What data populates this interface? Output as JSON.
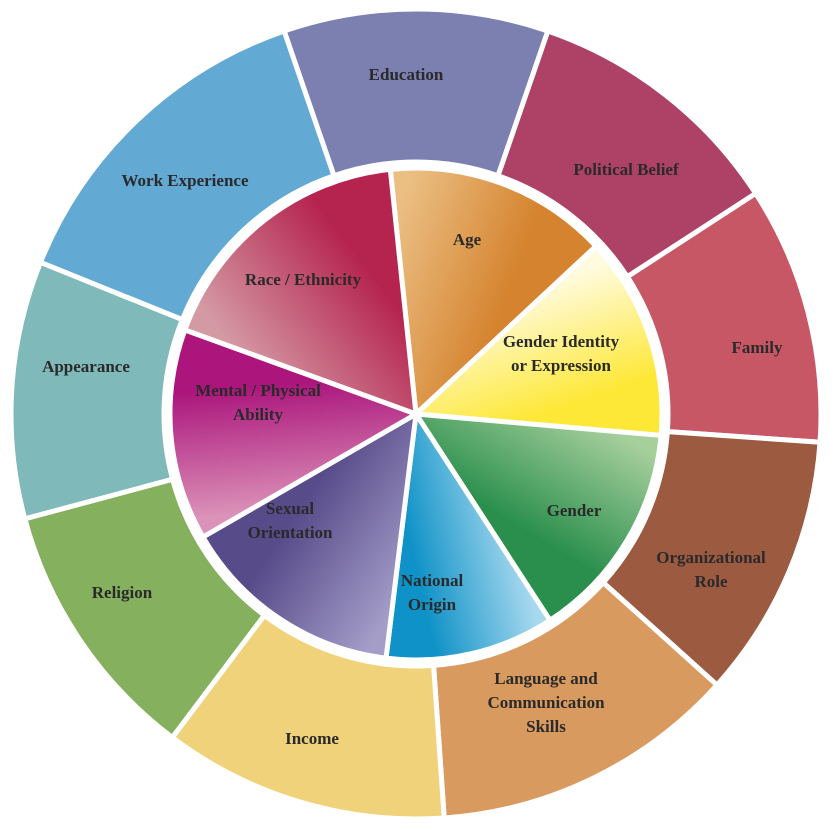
{
  "outer_ring": [
    {
      "label": "Education",
      "color": "#7b80b1"
    },
    {
      "label": "Political Belief",
      "color": "#ad4266"
    },
    {
      "label": "Family",
      "color": "#c85766"
    },
    {
      "label": "Organizational Role",
      "color": "#9c5a40"
    },
    {
      "label": "Language and Communication Skills",
      "color": "#d99a5f"
    },
    {
      "label": "Income",
      "color": "#f0d27a"
    },
    {
      "label": "Religion",
      "color": "#85b05e"
    },
    {
      "label": "Appearance",
      "color": "#7fb9ba"
    },
    {
      "label": "Work Experience",
      "color": "#62a9d3"
    }
  ],
  "inner_ring": [
    {
      "label": "Age",
      "color_start": "#ebbf84",
      "color_end": "#d5832e"
    },
    {
      "label": "Gender Identity or Expression",
      "color_start": "#fffbe0",
      "color_end": "#fde838"
    },
    {
      "label": "Gender",
      "color_start": "#a7cf9c",
      "color_end": "#2a8f4d"
    },
    {
      "label": "National Origin",
      "color_start": "#a6d8ee",
      "color_end": "#0f92c7"
    },
    {
      "label": "Sexual Orientation",
      "color_start": "#a39dc8",
      "color_end": "#584b8a"
    },
    {
      "label": "Mental / Physical Ability",
      "color_start": "#db92b8",
      "color_end": "#ab157c"
    },
    {
      "label": "Race / Ethnicity",
      "color_start": "#d49aa4",
      "color_end": "#b5234f"
    }
  ]
}
